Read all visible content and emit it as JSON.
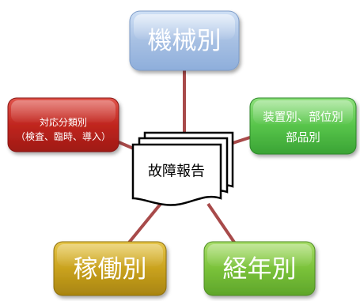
{
  "center": {
    "label": "故障報告"
  },
  "nodes": {
    "machine": {
      "label": "機械別"
    },
    "response": {
      "line1": "対応分類別",
      "line2": "（検査、臨時、導入）"
    },
    "device": {
      "line1": "装置別、部位別",
      "line2": "部品別"
    },
    "operation": {
      "label": "稼働別"
    },
    "age": {
      "label": "経年別"
    }
  },
  "colors": {
    "connector": "#a84a4a",
    "machine": "#a7c0e3",
    "response": "#c0261f",
    "device": "#57c44a",
    "operation": "#c9a21e",
    "age": "#7ac23a"
  }
}
